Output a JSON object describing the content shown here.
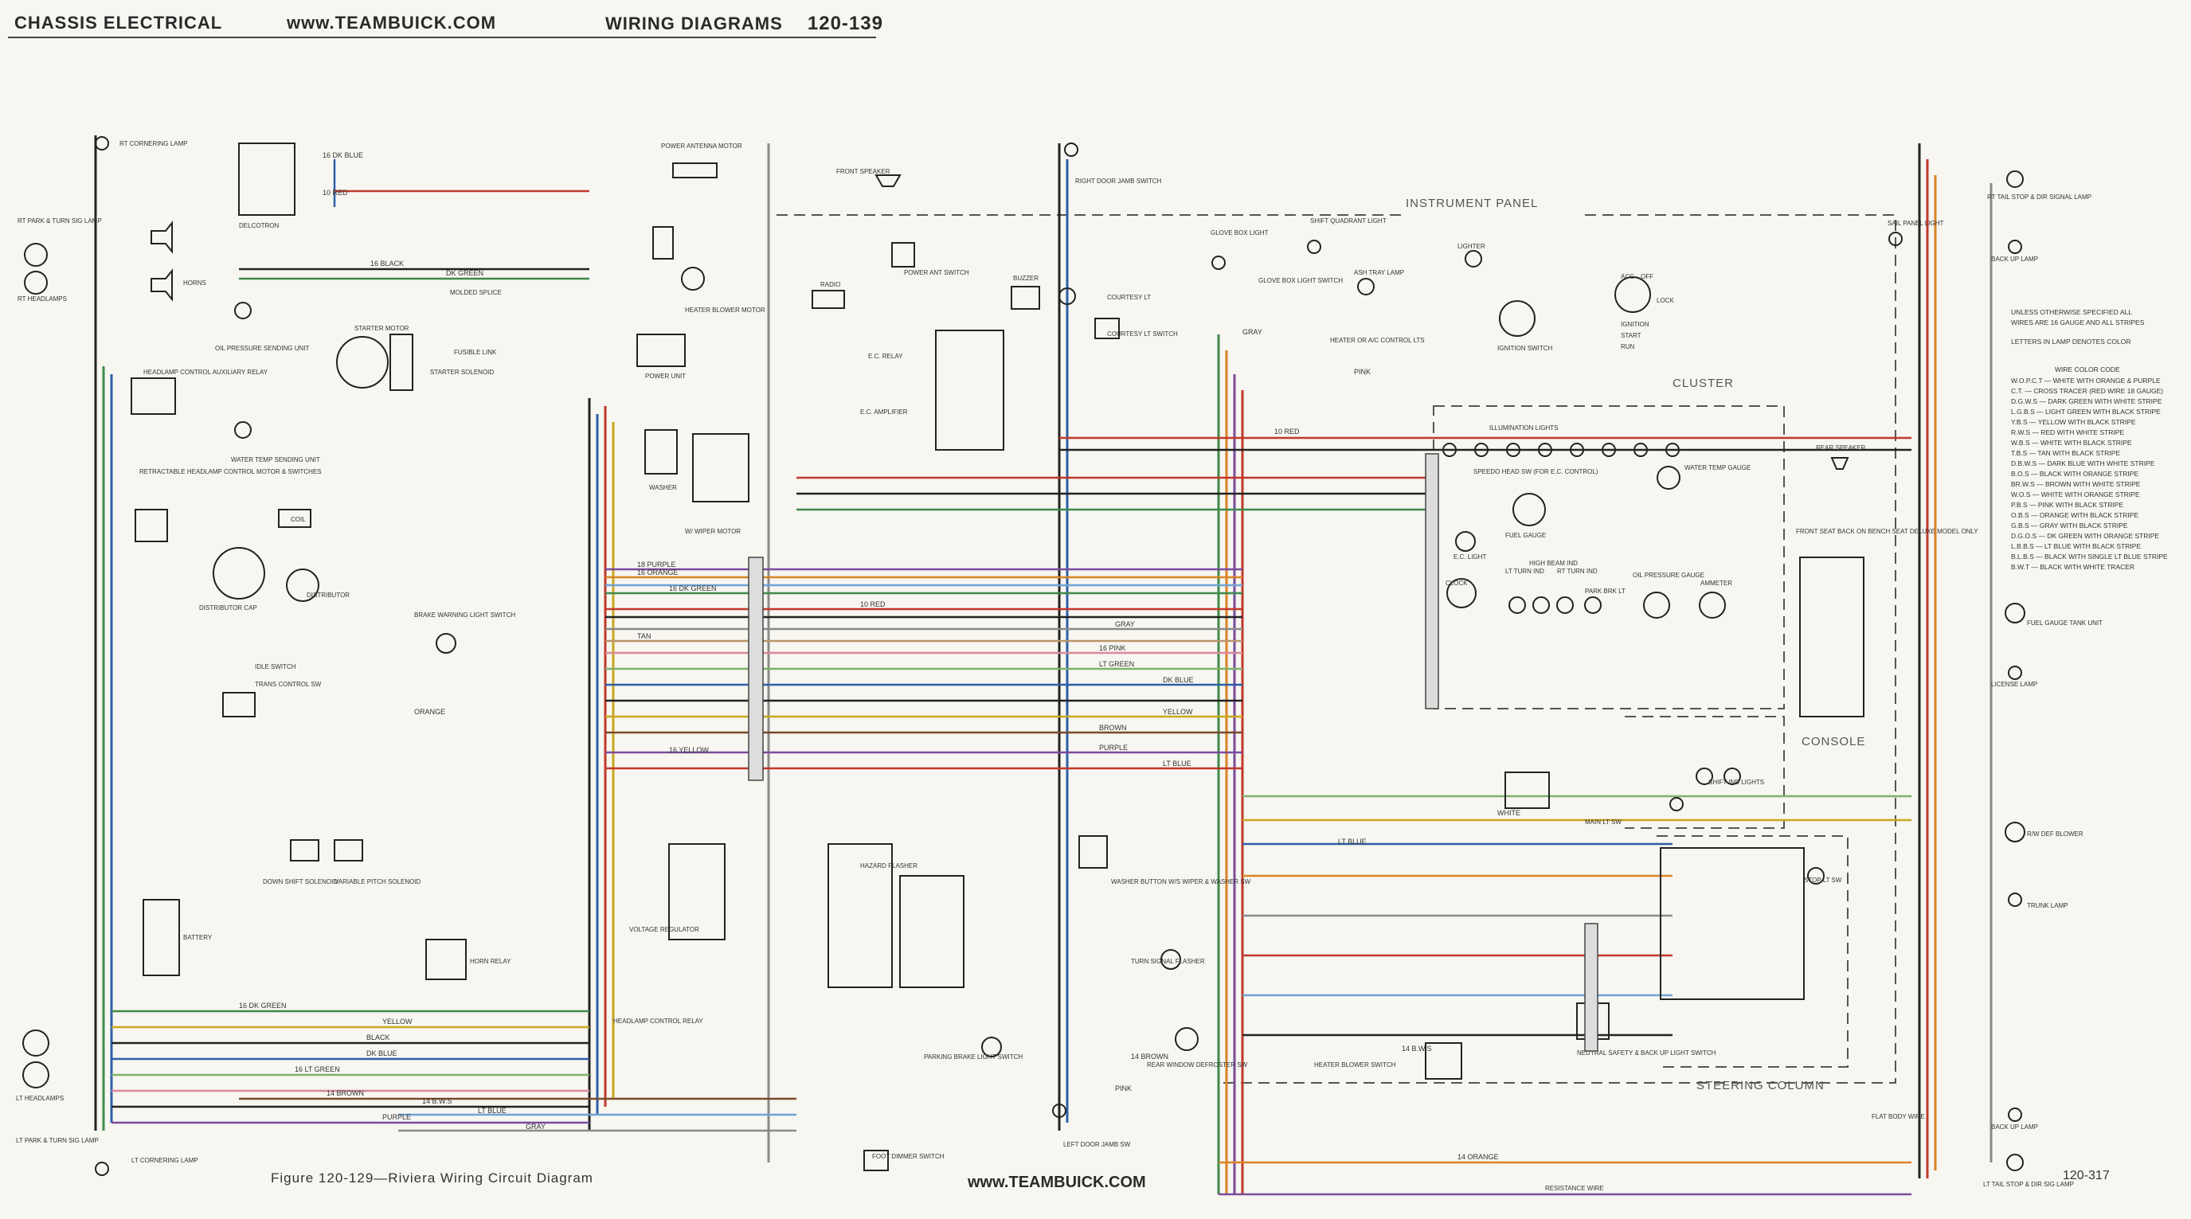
{
  "header": {
    "section": "CHASSIS ELECTRICAL",
    "url": "www.TEAMBUICK.COM",
    "title": "WIRING DIAGRAMS",
    "page_range": "120-139"
  },
  "footer": {
    "caption": "Figure 120-129—Riviera Wiring Circuit Diagram",
    "url": "www.TEAMBUICK.COM",
    "page_number": "120-317"
  },
  "regions": {
    "instrument_panel": "INSTRUMENT PANEL",
    "cluster": "CLUSTER",
    "console": "CONSOLE",
    "steering_column": "STEERING COLUMN"
  },
  "components": {
    "rt_cornering_lamp": "RT CORNERING LAMP",
    "rt_park_turn": "RT PARK & TURN SIG LAMP",
    "rt_headlamps": "RT HEADLAMPS",
    "delcotron": "DELCOTRON",
    "horns": "HORNS",
    "oil_pressure": "OIL PRESSURE SENDING UNIT",
    "headlamp_relay": "HEADLAMP CONTROL AUXILIARY RELAY",
    "retractable": "RETRACTABLE HEADLAMP CONTROL MOTOR & SWITCHES",
    "water_temp": "WATER TEMP SENDING UNIT",
    "starter": "STARTER MOTOR",
    "starter_solenoid": "STARTER SOLENOID",
    "fusible_link": "FUSIBLE LINK",
    "molded_splice": "MOLDED SPLICE",
    "coil": "COIL",
    "distributor_cap": "DISTRIBUTOR CAP",
    "distributor": "DISTRIBUTOR",
    "brake_warning": "BRAKE WARNING LIGHT SWITCH",
    "idle_switch": "IDLE SWITCH",
    "trans_control": "TRANS CONTROL SW",
    "down_shift": "DOWN SHIFT SOLENOID",
    "variable_pitch": "VARIABLE PITCH SOLENOID",
    "battery": "BATTERY",
    "horn_relay": "HORN RELAY",
    "voltage_regulator": "VOLTAGE REGULATOR",
    "headlamp_control_relay": "HEADLAMP CONTROL RELAY",
    "lt_headlamps": "LT HEADLAMPS",
    "lt_park_turn": "LT PARK & TURN SIG LAMP",
    "lt_cornering_lamp": "LT CORNERING LAMP",
    "power_antenna": "POWER ANTENNA MOTOR",
    "heater_blower": "HEATER BLOWER MOTOR",
    "power_unit": "POWER UNIT",
    "washer": "WASHER",
    "wiper_motor": "W/ WIPER MOTOR",
    "front_speaker": "FRONT SPEAKER",
    "radio": "RADIO",
    "power_ant_switch": "POWER ANT SWITCH",
    "ec_relay": "E.C. RELAY",
    "ec_amplifier": "E.C. AMPLIFIER",
    "buzzer": "BUZZER",
    "courtesy_lt": "COURTESY LT",
    "courtesy_lt_switch": "COURTESY LT SWITCH",
    "right_door_jamb": "RIGHT DOOR JAMB SWITCH",
    "glove_box_light": "GLOVE BOX LIGHT",
    "glove_box_switch": "GLOVE BOX LIGHT SWITCH",
    "shift_quadrant": "SHIFT QUADRANT LIGHT",
    "ash_tray": "ASH TRAY LAMP",
    "heater_ac": "HEATER OR A/C CONTROL LTS",
    "lighter": "LIGHTER",
    "ignition_switch": "IGNITION SWITCH",
    "illumination": "ILLUMINATION LIGHTS",
    "speedo_head": "SPEEDO HEAD SW (FOR E.C. CONTROL)",
    "water_temp_gauge": "WATER TEMP GAUGE",
    "fuel_gauge": "FUEL GAUGE",
    "ec_light": "E.C. LIGHT",
    "clock": "CLOCK",
    "lt_turn": "LT TURN IND",
    "high_beam": "HIGH BEAM IND",
    "rt_turn": "RT TURN IND",
    "park_brk": "PARK BRK LT",
    "oil_pressure_gauge": "OIL PRESSURE GAUGE",
    "ammeter": "AMMETER",
    "hazard_flasher": "HAZARD FLASHER",
    "washer_button": "WASHER BUTTON W/S WIPER & WASHER SW",
    "turn_flasher": "TURN SIGNAL FLASHER",
    "parking_brake_switch": "PARKING BRAKE LIGHT SWITCH",
    "rear_window": "REAR WINDOW DEFROSTER SW",
    "heater_blower_switch": "HEATER BLOWER SWITCH",
    "left_door_jamb": "LEFT DOOR JAMB SW",
    "foot_dimmer": "FOOT DIMMER SWITCH",
    "main_lt_sw": "MAIN LT SW",
    "neutral_safety": "NEUTRAL SAFETY & BACK UP LIGHT SWITCH",
    "stop_lt": "STOP LT SW",
    "shift_ind": "SHIFT IND LIGHTS",
    "rear_speaker": "REAR SPEAKER",
    "front_seat_back": "FRONT SEAT BACK ON BENCH SEAT DELUXE MODEL ONLY",
    "fuel_gauge_tank": "FUEL GAUGE TANK UNIT",
    "license_lamp": "LICENSE LAMP",
    "rh_defroster": "R/W DEF BLOWER",
    "trunk_lamp": "TRUNK LAMP",
    "rt_tail_stop": "RT TAIL STOP & DIR SIGNAL LAMP",
    "back_up_lamp": "BACK UP LAMP",
    "lt_tail_stop": "LT TAIL STOP & DIR SIG LAMP",
    "sail_panel": "SAIL PANEL LIGHT",
    "flat_body_wire": "FLAT BODY WIRE",
    "resistance_wire": "RESISTANCE WIRE"
  },
  "ignition_positions": [
    "ACC",
    "OFF",
    "LOCK",
    "IGNITION",
    "START",
    "RUN"
  ],
  "legend": {
    "intro": [
      "UNLESS OTHERWISE SPECIFIED ALL",
      "WIRES ARE 16 GAUGE AND ALL STRIPES",
      "LETTERS IN LAMP DENOTES COLOR"
    ],
    "title": "WIRE COLOR CODE",
    "rows": [
      "W.O.P.C.T — WHITE WITH ORANGE & PURPLE",
      "C.T. — CROSS TRACER (RED WIRE 18 GAUGE)",
      "D.G.W.S — DARK GREEN WITH WHITE STRIPE",
      "L.G.B.S — LIGHT GREEN WITH BLACK STRIPE",
      "Y.B.S — YELLOW WITH BLACK STRIPE",
      "R.W.S — RED WITH WHITE STRIPE",
      "W.B.S — WHITE WITH BLACK STRIPE",
      "T.B.S — TAN WITH BLACK STRIPE",
      "D.B.W.S — DARK BLUE WITH WHITE STRIPE",
      "B.O.S — BLACK WITH ORANGE STRIPE",
      "BR.W.S — BROWN WITH WHITE STRIPE",
      "W.O.S — WHITE WITH ORANGE STRIPE",
      "P.B.S — PINK WITH BLACK STRIPE",
      "O.B.S — ORANGE WITH BLACK STRIPE",
      "G.B.S — GRAY WITH BLACK STRIPE",
      "D.G.O.S — DK GREEN WITH ORANGE STRIPE",
      "L.B.B.S — LT BLUE WITH BLACK STRIPE",
      "B.L.B.S — BLACK WITH SINGLE LT BLUE STRIPE",
      "B.W.T — BLACK WITH WHITE TRACER"
    ]
  },
  "wire_labels": {
    "w1": "16 DK BLUE",
    "w2": "10 RED",
    "w3": "DK BLUE",
    "w4": "DK GREEN",
    "w5": "16 BLACK",
    "w6": "16 YELLOW",
    "w7": "PURPLE",
    "w8": "ORANGE",
    "w9": "TAN",
    "w10": "LT BLUE",
    "w11": "BROWN",
    "w12": "GRAY",
    "w13": "PINK",
    "w14": "WHITE",
    "w15": "LT GREEN",
    "w16": "16 DK GREEN",
    "w17": "16 LT GREEN",
    "w18": "14 BROWN",
    "w19": "14 B.W.S",
    "w20": "18 PURPLE",
    "w21": "YELLOW",
    "w22": "BLACK",
    "w23": "16 ORANGE",
    "w24": "16 PINK",
    "w25": "14 ORANGE"
  },
  "colors": {
    "black": "#222222",
    "red": "#c0392b",
    "blue": "#2e5fa8",
    "green": "#3d8a4a",
    "lt_green": "#7fb26a",
    "yellow": "#c9a81e",
    "orange": "#d98324",
    "purple": "#7a4b9c",
    "pink": "#d9899a",
    "brown": "#7a4a2a",
    "tan": "#b8946a",
    "gray": "#8a8a8a",
    "lt_blue": "#6fa3d6",
    "dk_blue": "#1f3a78"
  }
}
